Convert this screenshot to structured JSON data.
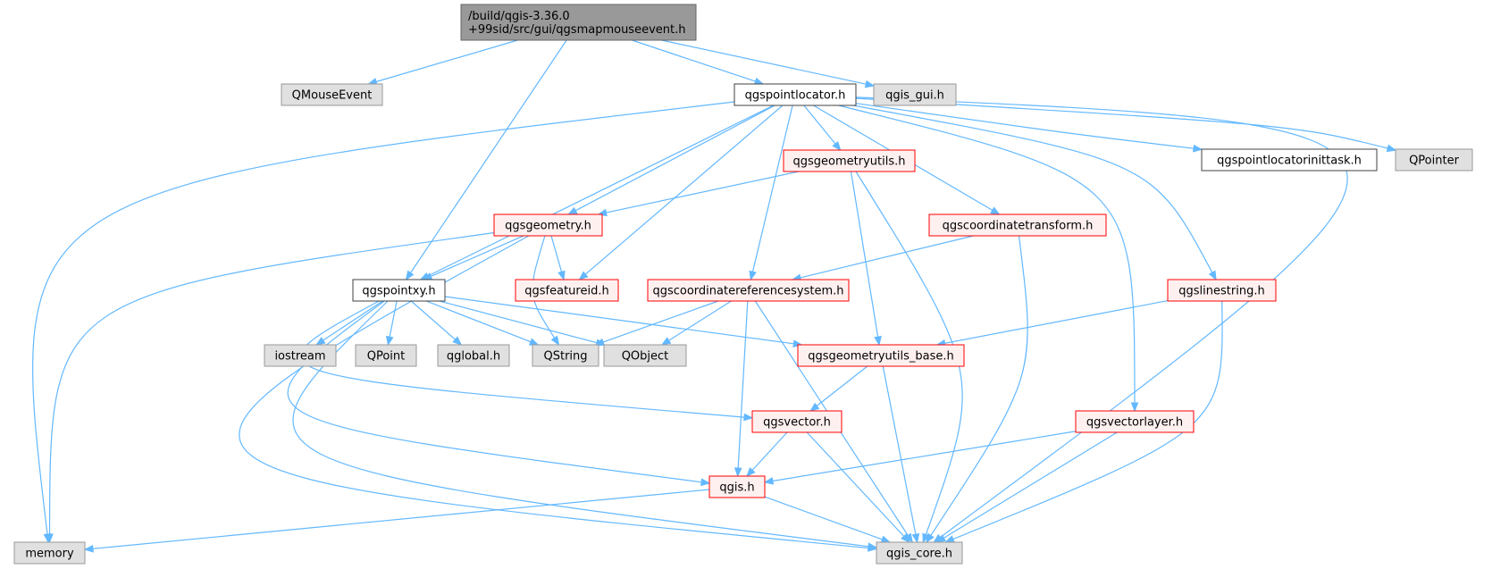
{
  "palette": {
    "edge": "#63b8ff",
    "root_fill": "#999999",
    "root_stroke": "#666666",
    "plain_fill": "#ffffff",
    "plain_stroke": "#404040",
    "red_fill": "#fff0f0",
    "red_stroke": "#ff0000",
    "gray_fill": "#e0e0e0",
    "gray_stroke": "#999999"
  },
  "nodes": [
    {
      "id": "root",
      "lines": [
        "/build/qgis-3.36.0",
        "+99sid/src/gui/qgsmapmouseevent.h"
      ],
      "style": "root"
    },
    {
      "id": "qmouseevent",
      "lines": [
        "QMouseEvent"
      ],
      "style": "gray"
    },
    {
      "id": "qgspointlocator",
      "lines": [
        "qgspointlocator.h"
      ],
      "style": "plain"
    },
    {
      "id": "qgisgui",
      "lines": [
        "qgis_gui.h"
      ],
      "style": "gray"
    },
    {
      "id": "qgsgeometryutils",
      "lines": [
        "qgsgeometryutils.h"
      ],
      "style": "red"
    },
    {
      "id": "qgspointlocatorinittask",
      "lines": [
        "qgspointlocatorinittask.h"
      ],
      "style": "plain"
    },
    {
      "id": "qpointer",
      "lines": [
        "QPointer"
      ],
      "style": "gray"
    },
    {
      "id": "qgsgeometry",
      "lines": [
        "qgsgeometry.h"
      ],
      "style": "red"
    },
    {
      "id": "qgscoordinatetransform",
      "lines": [
        "qgscoordinatetransform.h"
      ],
      "style": "red"
    },
    {
      "id": "qgspointxy",
      "lines": [
        "qgspointxy.h"
      ],
      "style": "plain"
    },
    {
      "id": "qgsfeatureid",
      "lines": [
        "qgsfeatureid.h"
      ],
      "style": "red"
    },
    {
      "id": "qgscoordinatereferencesystem",
      "lines": [
        "qgscoordinatereferencesystem.h"
      ],
      "style": "red"
    },
    {
      "id": "qgslinestring",
      "lines": [
        "qgslinestring.h"
      ],
      "style": "red"
    },
    {
      "id": "iostream",
      "lines": [
        "iostream"
      ],
      "style": "gray"
    },
    {
      "id": "qpoint",
      "lines": [
        "QPoint"
      ],
      "style": "gray"
    },
    {
      "id": "qglobal",
      "lines": [
        "qglobal.h"
      ],
      "style": "gray"
    },
    {
      "id": "qstring",
      "lines": [
        "QString"
      ],
      "style": "gray"
    },
    {
      "id": "qobject",
      "lines": [
        "QObject"
      ],
      "style": "gray"
    },
    {
      "id": "qgsgeometryutilsbase",
      "lines": [
        "qgsgeometryutils_base.h"
      ],
      "style": "red"
    },
    {
      "id": "qgsvector",
      "lines": [
        "qgsvector.h"
      ],
      "style": "red"
    },
    {
      "id": "qgsvectorlayer",
      "lines": [
        "qgsvectorlayer.h"
      ],
      "style": "red"
    },
    {
      "id": "qgis",
      "lines": [
        "qgis.h"
      ],
      "style": "red"
    },
    {
      "id": "memory",
      "lines": [
        "memory"
      ],
      "style": "gray"
    },
    {
      "id": "qgiscore",
      "lines": [
        "qgis_core.h"
      ],
      "style": "gray"
    }
  ],
  "edges": [
    [
      "root",
      "qmouseevent"
    ],
    [
      "root",
      "qgspointlocator"
    ],
    [
      "root",
      "qgisgui"
    ],
    [
      "root",
      "qgspointxy"
    ],
    [
      "qgspointlocator",
      "qgsgeometryutils"
    ],
    [
      "qgspointlocator",
      "qgspointlocatorinittask"
    ],
    [
      "qgspointlocator",
      "qpointer"
    ],
    [
      "qgspointlocator",
      "qgsgeometry"
    ],
    [
      "qgspointlocator",
      "qgscoordinatetransform"
    ],
    [
      "qgspointlocator",
      "qgspointxy"
    ],
    [
      "qgspointlocator",
      "qgsfeatureid"
    ],
    [
      "qgspointlocator",
      "qgscoordinatereferencesystem"
    ],
    [
      "qgspointlocator",
      "qgslinestring"
    ],
    [
      "qgspointlocator",
      "qgsvectorlayer"
    ],
    [
      "qgspointlocator",
      "memory"
    ],
    [
      "qgspointlocator",
      "qgiscore"
    ],
    [
      "qgsgeometryutils",
      "qgsgeometry"
    ],
    [
      "qgsgeometryutils",
      "qgsgeometryutilsbase"
    ],
    [
      "qgsgeometryutils",
      "qgiscore"
    ],
    [
      "qgsgeometry",
      "qgspointxy"
    ],
    [
      "qgsgeometry",
      "qgsfeatureid"
    ],
    [
      "qgsgeometry",
      "qstring"
    ],
    [
      "qgsgeometry",
      "memory"
    ],
    [
      "qgsgeometry",
      "qgiscore"
    ],
    [
      "qgscoordinatetransform",
      "qgscoordinatereferencesystem"
    ],
    [
      "qgscoordinatetransform",
      "qgiscore"
    ],
    [
      "qgspointxy",
      "iostream"
    ],
    [
      "qgspointxy",
      "qpoint"
    ],
    [
      "qgspointxy",
      "qglobal"
    ],
    [
      "qgspointxy",
      "qstring"
    ],
    [
      "qgspointxy",
      "qobject"
    ],
    [
      "qgspointxy",
      "qgsgeometryutilsbase"
    ],
    [
      "qgspointxy",
      "qgsvector"
    ],
    [
      "qgspointxy",
      "qgis"
    ],
    [
      "qgspointxy",
      "qgiscore"
    ],
    [
      "qgscoordinatereferencesystem",
      "qstring"
    ],
    [
      "qgscoordinatereferencesystem",
      "qobject"
    ],
    [
      "qgscoordinatereferencesystem",
      "qgis"
    ],
    [
      "qgscoordinatereferencesystem",
      "qgiscore"
    ],
    [
      "qgslinestring",
      "qgsgeometryutilsbase"
    ],
    [
      "qgslinestring",
      "qgiscore"
    ],
    [
      "qgsgeometryutilsbase",
      "qgsvector"
    ],
    [
      "qgsgeometryutilsbase",
      "qgiscore"
    ],
    [
      "qgsvector",
      "qgis"
    ],
    [
      "qgsvector",
      "qgiscore"
    ],
    [
      "qgsvectorlayer",
      "qgis"
    ],
    [
      "qgsvectorlayer",
      "qgiscore"
    ],
    [
      "qgis",
      "memory"
    ],
    [
      "qgis",
      "qgiscore"
    ]
  ]
}
